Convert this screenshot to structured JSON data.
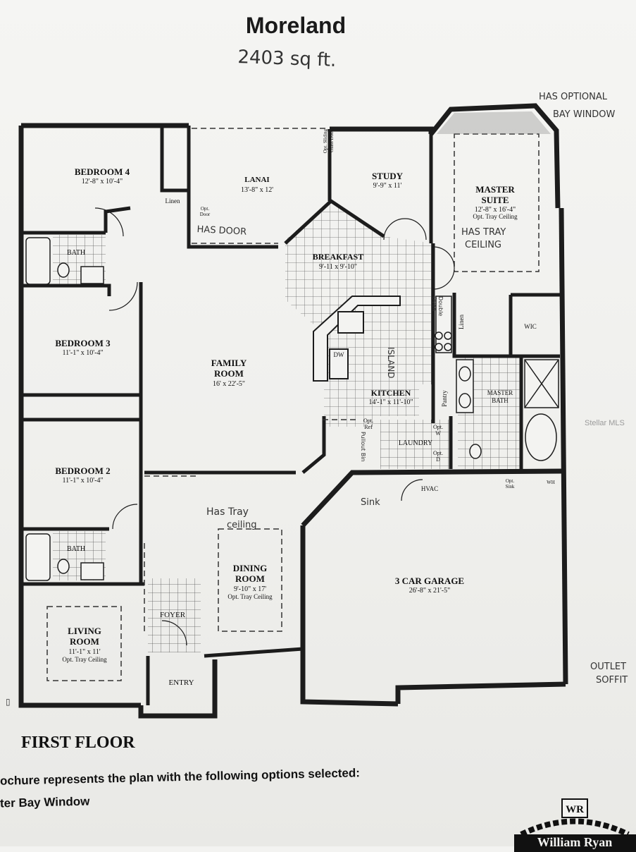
{
  "title": "Moreland",
  "area_note": "2403 sq ft.",
  "annotations": {
    "bay_window_note": [
      "HAS OPTIONAL",
      "BAY WINDOW"
    ],
    "lanai_door_note": "HAS DOOR",
    "master_tray_note": [
      "HAS TRAY",
      "CEILING"
    ],
    "island_note": "ISLAND",
    "double_oven_note": "Double Oven",
    "pullout_note": "Pullout Bin",
    "sink_note": "Sink",
    "dining_tray_note": [
      "Has Tray",
      "ceiling"
    ],
    "outlet_note": [
      "OUTLET",
      "SOFFIT"
    ]
  },
  "rooms": {
    "bedroom4": {
      "name": "BEDROOM 4",
      "dim": "12'-8\" x 10'-4\""
    },
    "lanai": {
      "name": "LANAI",
      "dim": "13'-8\" x 12'"
    },
    "study": {
      "name": "STUDY",
      "dim": "9'-9\" x 11'"
    },
    "master": {
      "name": [
        "MASTER",
        "SUITE"
      ],
      "dim": "12'-8\" x 16'-4\"",
      "note": "Opt. Tray Ceiling"
    },
    "breakfast": {
      "name": "BREAKFAST",
      "dim": "9'-11 x 9'-10\""
    },
    "family": {
      "name": [
        "FAMILY",
        "ROOM"
      ],
      "dim": "16' x 22'-5\""
    },
    "bedroom3": {
      "name": "BEDROOM 3",
      "dim": "11'-1\" x 10'-4\""
    },
    "kitchen": {
      "name": "KITCHEN",
      "dim": "14'-1\" x 11'-10\""
    },
    "bedroom2": {
      "name": "BEDROOM 2",
      "dim": "11'-1\" x 10'-4\""
    },
    "dining": {
      "name": [
        "DINING",
        "ROOM"
      ],
      "dim": "9'-10\" x 17'",
      "note": "Opt. Tray Ceiling"
    },
    "garage": {
      "name": "3 CAR GARAGE",
      "dim": "26'-8\" x 21'-5\""
    },
    "living": {
      "name": [
        "LIVING",
        "ROOM"
      ],
      "dim": "11'-1\" x 11'",
      "note": "Opt. Tray Ceiling"
    },
    "foyer": {
      "name": "FOYER"
    },
    "entry": {
      "name": "ENTRY"
    }
  },
  "fixtures": {
    "bath": "BATH",
    "bath2": "BATH",
    "master_bath": [
      "MASTER",
      "BATH"
    ],
    "linen": "Linen",
    "linen2": "Linen",
    "wic": "WIC",
    "pantry": "Pantry",
    "laundry": "LAUNDRY",
    "dw": "DW",
    "hvac": "HVAC",
    "wh": "WH",
    "opt_ref": [
      "Opt.",
      "Ref"
    ],
    "opt_w": [
      "Opt.",
      "W"
    ],
    "opt_d": [
      "Opt.",
      "D"
    ],
    "opt_sink": [
      "Opt.",
      "Sink"
    ],
    "opt_door": [
      "Opt.",
      "Door"
    ],
    "opt_sliding": [
      "Opt. Sliding",
      "Glass Door"
    ]
  },
  "floor_label": "FIRST FLOOR",
  "options_lines": [
    "ochure represents the plan with the following options selected:",
    "ter Bay Window"
  ],
  "logo_text": [
    "WR",
    "William Ryan"
  ],
  "watermark": "Stellar MLS",
  "colors": {
    "wall": "#1c1c1c",
    "tile": "#6a6a6a",
    "paper": "#f3f3f1"
  }
}
